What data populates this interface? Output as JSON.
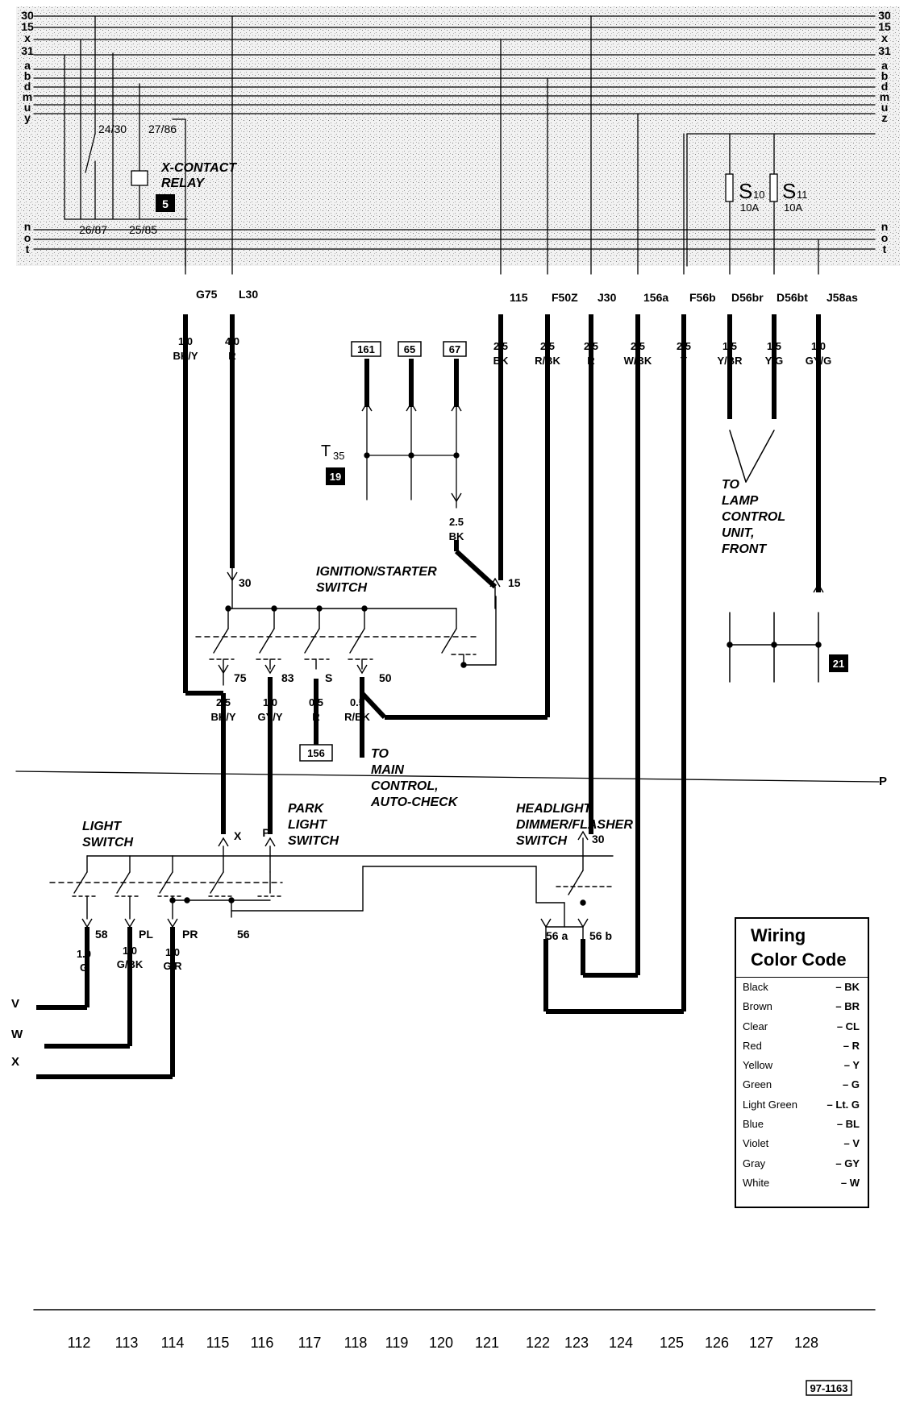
{
  "busbar": {
    "left_labels": [
      "30",
      "15",
      "x",
      "31",
      "a",
      "b",
      "d",
      "m",
      "u",
      "y",
      "n",
      "o",
      "t"
    ],
    "right_labels": [
      "30",
      "15",
      "x",
      "31",
      "a",
      "b",
      "d",
      "m",
      "u",
      "z",
      "n",
      "o",
      "t"
    ]
  },
  "relay": {
    "title_line1": "X-CONTACT",
    "title_line2": "RELAY",
    "number": "5",
    "pin_tl": "24/30",
    "pin_tr": "27/86",
    "pin_bl": "26/87",
    "pin_br": "25/85"
  },
  "fuses": [
    {
      "id": "S10",
      "letter": "S",
      "sub": "10",
      "rating": "10A"
    },
    {
      "id": "S11",
      "letter": "S",
      "sub": "11",
      "rating": "10A"
    }
  ],
  "wires": [
    {
      "terminal": "G75",
      "size": "1.0",
      "color": "BK/Y"
    },
    {
      "terminal": "L30",
      "size": "4.0",
      "color": "R"
    },
    {
      "terminal": "115",
      "size": "2.5",
      "color": "BK"
    },
    {
      "terminal": "F50Z",
      "size": "2.5",
      "color": "R/BK"
    },
    {
      "terminal": "J30",
      "size": "2.5",
      "color": "R"
    },
    {
      "terminal": "156a",
      "size": "2.5",
      "color": "W/BK"
    },
    {
      "terminal": "F56b",
      "size": "2.5",
      "color": "Y"
    },
    {
      "terminal": "D56br",
      "size": "1.5",
      "color": "Y/BR"
    },
    {
      "terminal": "D56bt",
      "size": "1.5",
      "color": "Y/G"
    },
    {
      "terminal": "J58as",
      "size": "1.0",
      "color": "GY/G"
    }
  ],
  "connector_refs": {
    "r161": "161",
    "r65": "65",
    "r67": "67",
    "r156": "156",
    "r19": "19",
    "r21": "21"
  },
  "t35": {
    "letter": "T",
    "sub": "35",
    "wire_size": "2.5",
    "wire_color": "BK"
  },
  "lamp_note": [
    "TO",
    "LAMP",
    "CONTROL",
    "UNIT,",
    "FRONT"
  ],
  "ignition": {
    "title_line1": "IGNITION/STARTER",
    "title_line2": "SWITCH",
    "terminals": {
      "t30": "30",
      "t15": "15",
      "t75": "75",
      "t83": "83",
      "ts": "S",
      "t50": "50"
    },
    "outputs": [
      {
        "size": "2.5",
        "color": "BK/Y"
      },
      {
        "size": "1.0",
        "color": "GY/Y"
      },
      {
        "size": "0.5",
        "color": "R"
      },
      {
        "size": "0.5",
        "color": "R/BK"
      }
    ]
  },
  "main_control_note": [
    "TO",
    "MAIN",
    "CONTROL,",
    "AUTO-CHECK"
  ],
  "p_label": "P",
  "light_switch": {
    "title_line1": "LIGHT",
    "title_line2": "SWITCH",
    "terminals": {
      "x": "X",
      "p": "P",
      "t58": "58",
      "pl": "PL",
      "pr": "PR",
      "t56": "56"
    },
    "outputs": [
      {
        "size": "1.0",
        "color": "G"
      },
      {
        "size": "1.0",
        "color": "G/BK"
      },
      {
        "size": "1.0",
        "color": "G/R"
      }
    ]
  },
  "park_switch": {
    "line1": "PARK",
    "line2": "LIGHT",
    "line3": "SWITCH"
  },
  "headlight": {
    "line1": "HEADLIGHT,",
    "line2": "DIMMER/FLASHER",
    "line3": "SWITCH",
    "t30": "30",
    "t56a": "56 a",
    "t56b": "56 b"
  },
  "vwx": [
    "V",
    "W",
    "X"
  ],
  "color_code": {
    "title_line1": "Wiring",
    "title_line2": "Color Code",
    "rows": [
      {
        "name": "Black",
        "code": "– BK"
      },
      {
        "name": "Brown",
        "code": "– BR"
      },
      {
        "name": "Clear",
        "code": "– CL"
      },
      {
        "name": "Red",
        "code": "– R"
      },
      {
        "name": "Yellow",
        "code": "– Y"
      },
      {
        "name": "Green",
        "code": "– G"
      },
      {
        "name": "Light Green",
        "code": "– Lt. G"
      },
      {
        "name": "Blue",
        "code": "– BL"
      },
      {
        "name": "Violet",
        "code": "– V"
      },
      {
        "name": "Gray",
        "code": "– GY"
      },
      {
        "name": "White",
        "code": "– W"
      }
    ]
  },
  "grid_numbers": [
    "112",
    "113",
    "114",
    "115",
    "116",
    "117",
    "118",
    "119",
    "120",
    "121",
    "122",
    "123",
    "124",
    "125",
    "126",
    "127",
    "128"
  ],
  "figure_id": "97-1163"
}
